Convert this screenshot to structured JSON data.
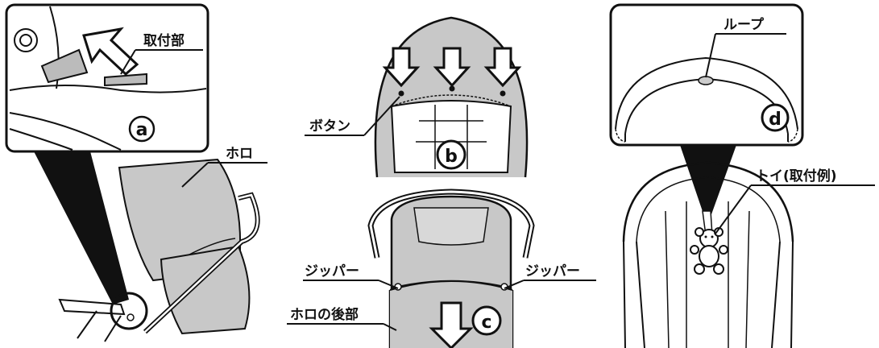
{
  "labels": {
    "attachment_part": "取付部",
    "hood": "ホロ",
    "button": "ボタン",
    "zipper_left": "ジッパー",
    "zipper_right": "ジッパー",
    "hood_rear": "ホロの後部",
    "loop": "ループ",
    "toy_example": "トイ(取付例)"
  },
  "markers": {
    "a": "a",
    "b": "b",
    "c": "c",
    "d": "d"
  },
  "colors": {
    "hood_fill": "#c8c8c8",
    "outline": "#111111",
    "background": "#ffffff"
  }
}
